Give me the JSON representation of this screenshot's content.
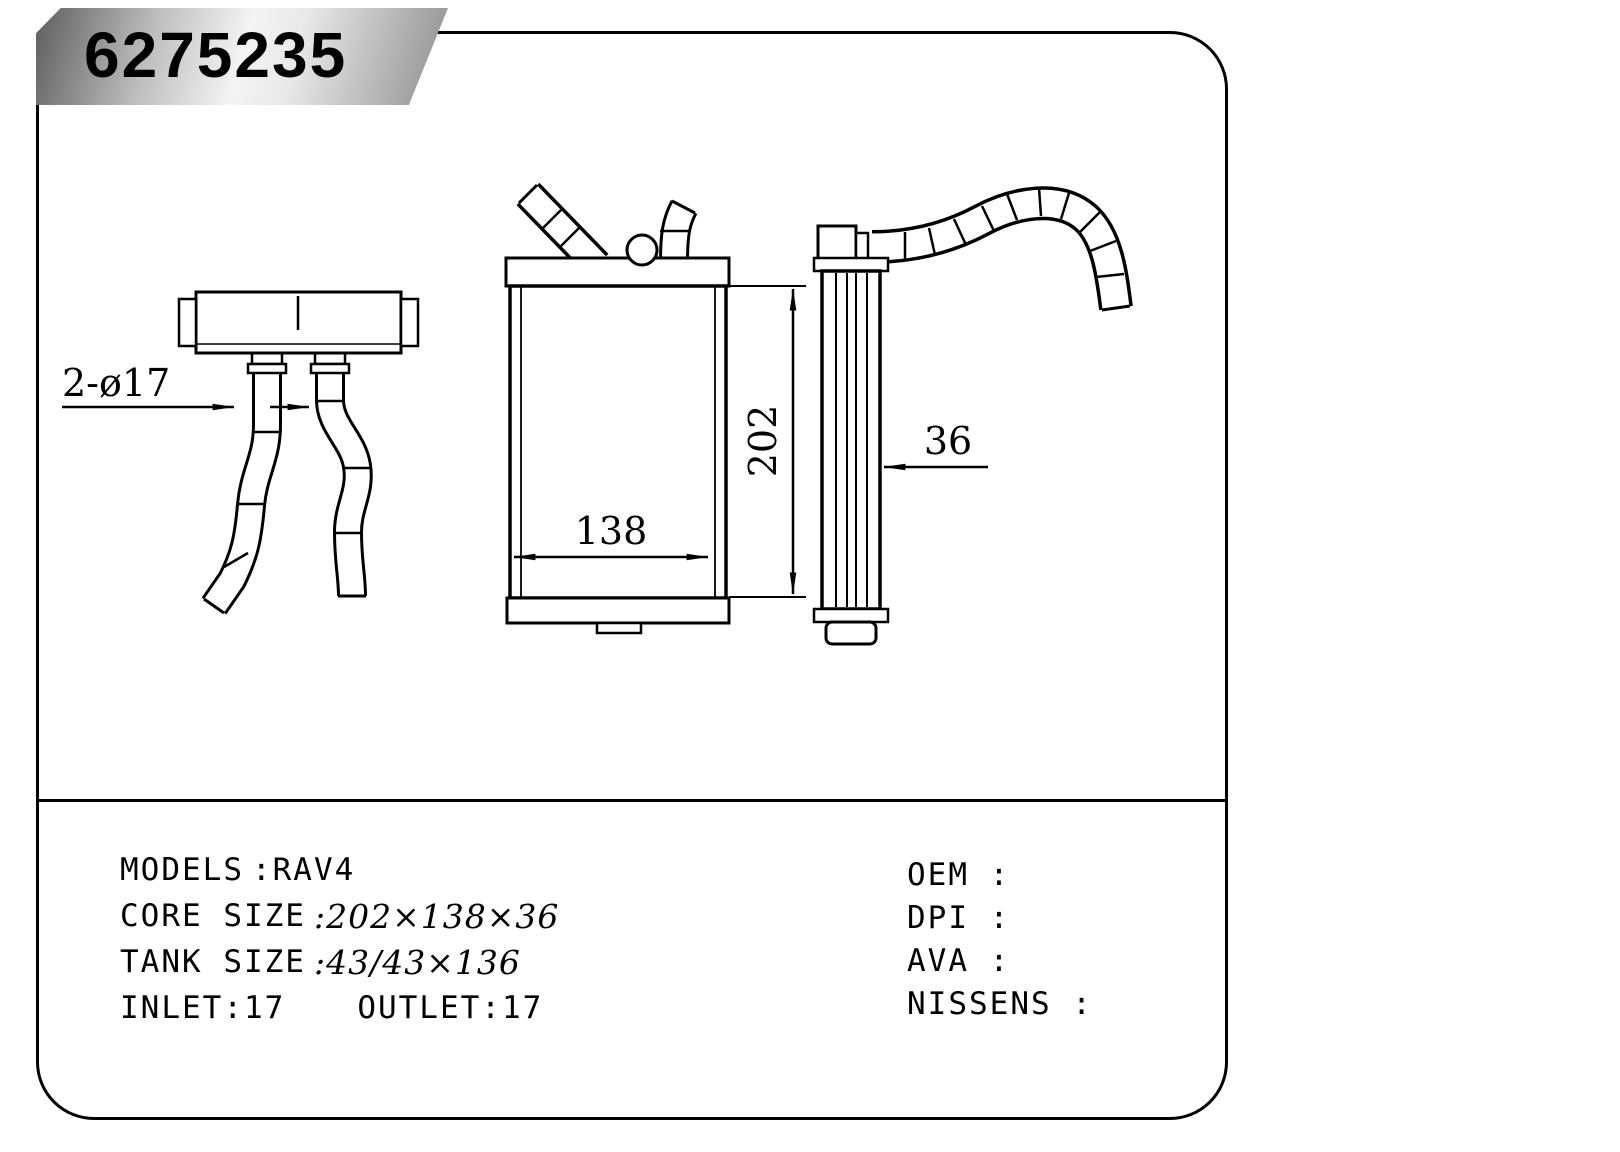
{
  "badge": {
    "part_number": "6275235"
  },
  "drawing": {
    "dimensions": {
      "pipes": "2-ø17",
      "width": "138",
      "height": "202",
      "depth": "36"
    }
  },
  "specs": {
    "models_label": "MODELS",
    "models_value": ":RAV4",
    "core_label": "CORE SIZE",
    "core_value": ":202×138×36",
    "tank_label": "TANK SIZE",
    "tank_value": ":43/43×136",
    "inlet": "INLET:17",
    "outlet": "OUTLET:17",
    "oem_label": "OEM :",
    "dpi_label": "DPI :",
    "ava_label": "AVA :",
    "nissens_label": "NISSENS :"
  }
}
